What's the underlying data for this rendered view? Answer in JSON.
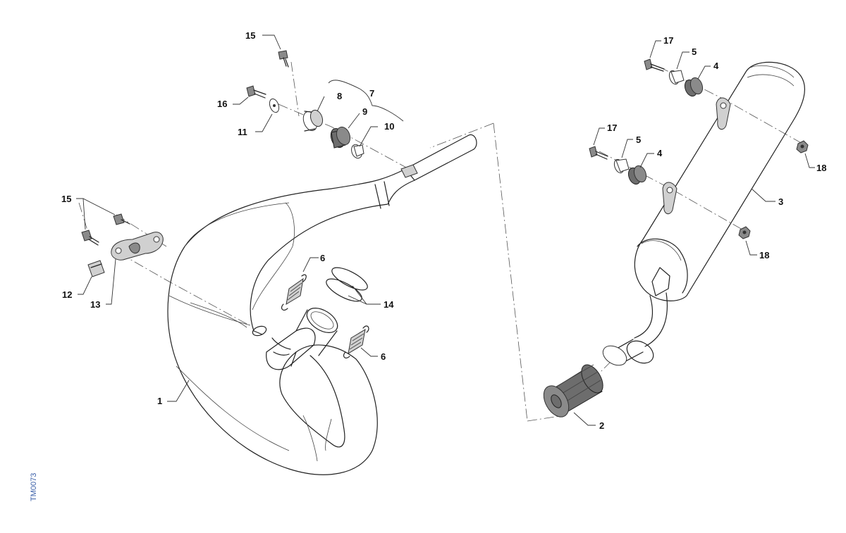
{
  "callouts": {
    "c1": "1",
    "c2": "2",
    "c3": "3",
    "c4a": "4",
    "c4b": "4",
    "c5a": "5",
    "c5b": "5",
    "c6a": "6",
    "c6b": "6",
    "c7": "7",
    "c8": "8",
    "c9": "9",
    "c10": "10",
    "c11": "11",
    "c12": "12",
    "c13": "13",
    "c14": "14",
    "c15a": "15",
    "c15b": "15",
    "c16": "16",
    "c17a": "17",
    "c17b": "17",
    "c18a": "18",
    "c18b": "18"
  },
  "drawing_code": "TM0073",
  "colors": {
    "line": "#222222",
    "part_fill": "#8a8a8a",
    "code_text": "#3a5fa8"
  }
}
